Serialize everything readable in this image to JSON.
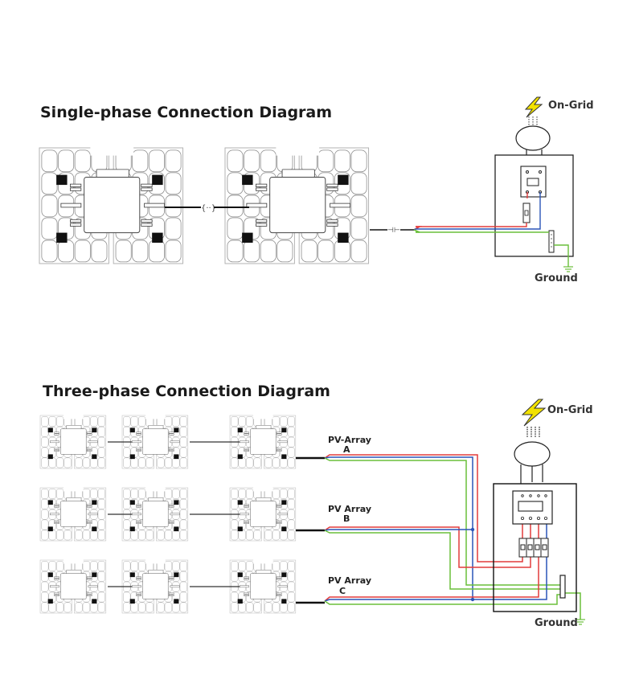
{
  "single_phase": {
    "title": "Single-phase Connection Diagram",
    "units": 2,
    "link_symbol": "{···}",
    "grid_label": "On-Grid",
    "ground_label": "Ground",
    "wire_colors": {
      "line": "#e23b3b",
      "neutral": "#2a55b8",
      "earth": "#6abf3a"
    }
  },
  "three_phase": {
    "title": "Three-phase Connection Diagram",
    "arrays": [
      {
        "label_line1": "PV-Array",
        "label_line2": "A"
      },
      {
        "label_line1": "PV Array",
        "label_line2": "B"
      },
      {
        "label_line1": "PV Array",
        "label_line2": "C"
      }
    ],
    "units_per_row": 3,
    "grid_label": "On-Grid",
    "ground_label": "Ground",
    "wire_colors": {
      "line": "#e23b3b",
      "neutral": "#2a55b8",
      "earth": "#6abf3a"
    }
  },
  "colors": {
    "bolt": "#f2e200",
    "bolt_outline": "#333333"
  }
}
